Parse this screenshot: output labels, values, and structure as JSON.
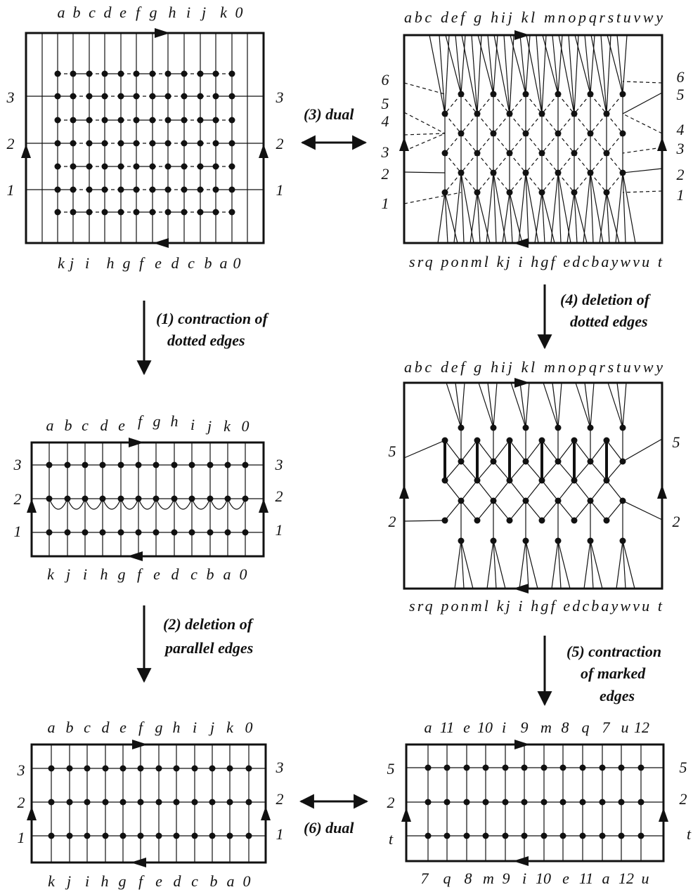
{
  "panel1": {
    "top_labels": [
      "a",
      "b",
      "c",
      "d",
      "e",
      "f",
      "g",
      "h",
      "i",
      "j",
      "k",
      "0"
    ],
    "bottom_labels": [
      "k",
      "j",
      "i",
      "h",
      "g",
      "f",
      "e",
      "d",
      "c",
      "b",
      "a",
      "0"
    ],
    "left_labels": [
      "3",
      "2",
      "1"
    ],
    "right_labels": [
      "3",
      "2",
      "1"
    ]
  },
  "panel2": {
    "top_labels": [
      "a",
      "b",
      "c",
      "d",
      "e",
      "f",
      "g",
      "h",
      "i",
      "j",
      "k",
      "0"
    ],
    "bottom_labels": [
      "k",
      "j",
      "i",
      "h",
      "g",
      "f",
      "e",
      "d",
      "c",
      "b",
      "a",
      "0"
    ],
    "left_labels": [
      "3",
      "2",
      "1"
    ],
    "right_labels": [
      "3",
      "2",
      "1"
    ]
  },
  "panel3": {
    "top_labels": [
      "a",
      "b",
      "c",
      "d",
      "e",
      "f",
      "g",
      "h",
      "i",
      "j",
      "k",
      "0"
    ],
    "bottom_labels": [
      "k",
      "j",
      "i",
      "h",
      "g",
      "f",
      "e",
      "d",
      "c",
      "b",
      "a",
      "0"
    ],
    "left_labels": [
      "3",
      "2",
      "1"
    ],
    "right_labels": [
      "3",
      "2",
      "1"
    ]
  },
  "panel4": {
    "top_text": "abc def g hij kl mnopqrstuvwy",
    "bottom_text": "srq ponml kj  i hgf edcbaywvu t",
    "left_labels": [
      "6",
      "5",
      "4",
      "3",
      "2",
      "1"
    ],
    "right_labels": [
      "6",
      "5",
      "4",
      "3",
      "2",
      "1"
    ]
  },
  "panel5": {
    "top_text": "abc def g hij kl mnopqrstuvwy",
    "bottom_text": "srq ponml kj  i hgf edcbaywvu t",
    "left_labels": [
      "5",
      "2"
    ],
    "right_labels": [
      "5",
      "2"
    ]
  },
  "panel6": {
    "top_labels": [
      "a",
      "11",
      "e",
      "10",
      "i",
      "9",
      "m",
      "8",
      "q",
      "7",
      "u",
      "12"
    ],
    "bottom_labels": [
      "7",
      "q",
      "8",
      "m",
      "9",
      "i",
      "10",
      "e",
      "11",
      "a",
      "12",
      "u"
    ],
    "left_labels": [
      "5",
      "2",
      "t"
    ],
    "right_labels": [
      "5",
      "2",
      "t"
    ]
  },
  "steps": {
    "s1": [
      "(1) contraction of",
      "dotted edges"
    ],
    "s2": [
      "(2) deletion of",
      "parallel edges"
    ],
    "s3": [
      "(3) dual"
    ],
    "s4": [
      "(4) deletion of",
      "dotted edges"
    ],
    "s5": [
      "(5) contraction",
      "of  marked",
      "edges"
    ],
    "s6": [
      "(6) dual"
    ]
  }
}
